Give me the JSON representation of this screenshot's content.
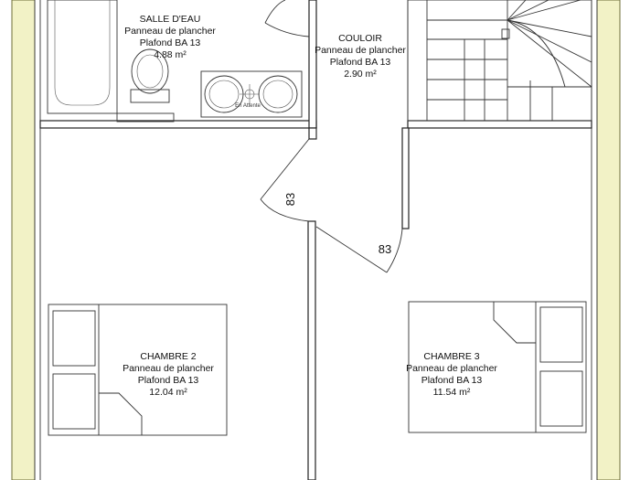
{
  "rooms": {
    "salle_eau": {
      "name": "SALLE D'EAU",
      "floor": "Panneau de plancher",
      "ceiling": "Plafond BA 13",
      "area": "4.88 m²"
    },
    "couloir": {
      "name": "COULOIR",
      "floor": "Panneau de plancher",
      "ceiling": "Plafond BA 13",
      "area": "2.90 m²"
    },
    "chambre2": {
      "name": "CHAMBRE 2",
      "floor": "Panneau de plancher",
      "ceiling": "Plafond BA 13",
      "area": "12.04 m²"
    },
    "chambre3": {
      "name": "CHAMBRE 3",
      "floor": "Panneau de plancher",
      "ceiling": "Plafond BA 13",
      "area": "11.54 m²"
    }
  },
  "doors": {
    "door_chambre2": "83",
    "door_chambre3": "83"
  },
  "fixtures": {
    "vanity_label": "En Attente"
  },
  "colors": {
    "insulation": "#f2f2c6",
    "walls": "#222222"
  }
}
